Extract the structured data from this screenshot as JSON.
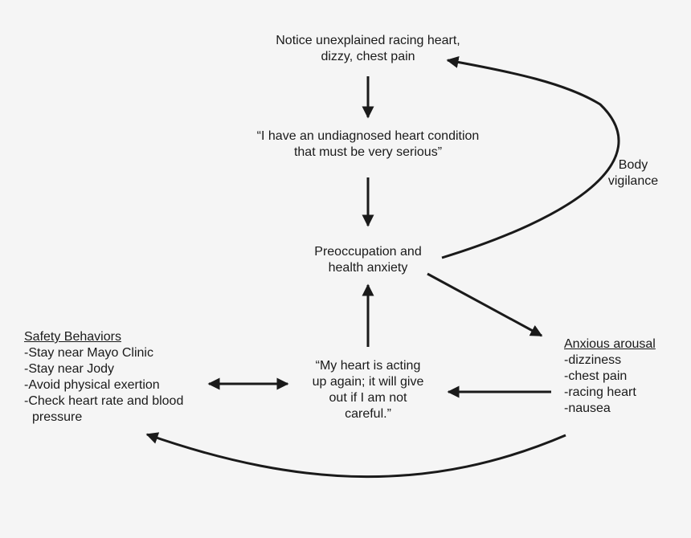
{
  "nodes": {
    "trigger": {
      "lines": [
        "Notice unexplained racing heart,",
        "dizzy, chest pain"
      ]
    },
    "belief": {
      "lines": [
        "“I have an undiagnosed heart condition",
        "that must be very serious”"
      ]
    },
    "preoccupation": {
      "lines": [
        "Preoccupation and",
        "health anxiety"
      ]
    },
    "interpretation": {
      "lines": [
        "“My heart is acting",
        "up again; it will give",
        "out if I am not",
        "careful.”"
      ]
    },
    "safety_behaviors": {
      "heading": "Safety Behaviors",
      "items": [
        "-Stay near Mayo Clinic",
        "-Stay near Jody",
        "-Avoid physical exertion",
        "-Check heart rate and blood",
        "pressure"
      ]
    },
    "anxious_arousal": {
      "heading": "Anxious arousal",
      "items": [
        "-dizziness",
        "-chest pain",
        "-racing heart",
        "-nausea"
      ]
    }
  },
  "edge_labels": {
    "body_vigilance": [
      "Body",
      "vigilance"
    ]
  },
  "colors": {
    "background": "#f5f5f5",
    "text": "#1a1a1a",
    "arrow": "#1a1a1a"
  }
}
